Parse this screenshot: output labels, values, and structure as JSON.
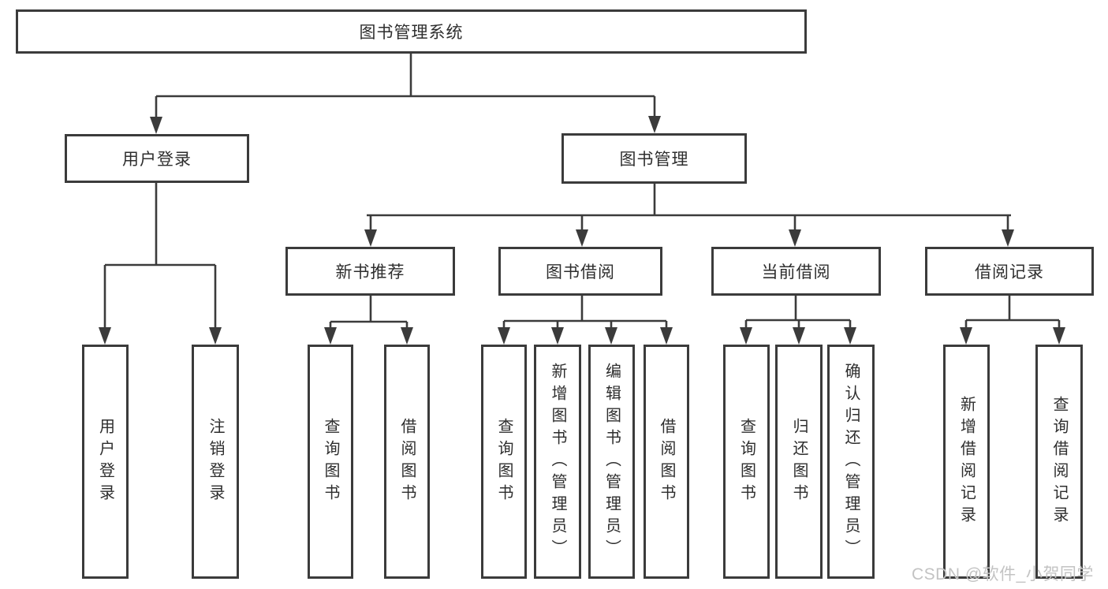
{
  "diagram": {
    "root": {
      "label": "图书管理系统"
    },
    "level2": [
      {
        "id": "user-login",
        "label": "用户登录"
      },
      {
        "id": "book-management",
        "label": "图书管理"
      }
    ],
    "level3": [
      {
        "id": "new-book-recommend",
        "label": "新书推荐"
      },
      {
        "id": "book-borrowing",
        "label": "图书借阅"
      },
      {
        "id": "current-borrowing",
        "label": "当前借阅"
      },
      {
        "id": "borrowing-records",
        "label": "借阅记录"
      }
    ],
    "leaves": [
      {
        "id": "user-login-leaf",
        "label": "用户登录"
      },
      {
        "id": "logout",
        "label": "注销登录"
      },
      {
        "id": "query-books-rec",
        "label": "查询图书"
      },
      {
        "id": "borrow-books-rec",
        "label": "借阅图书"
      },
      {
        "id": "query-books-borrow",
        "label": "查询图书"
      },
      {
        "id": "add-books-admin",
        "label": "新增图书（管理员）"
      },
      {
        "id": "edit-books-admin",
        "label": "编辑图书（管理员）"
      },
      {
        "id": "borrow-books-borrow",
        "label": "借阅图书"
      },
      {
        "id": "query-books-current",
        "label": "查询图书"
      },
      {
        "id": "return-books",
        "label": "归还图书"
      },
      {
        "id": "confirm-return-admin",
        "label": "确认归还（管理员）"
      },
      {
        "id": "add-borrow-record",
        "label": "新增借阅记录"
      },
      {
        "id": "query-borrow-record",
        "label": "查询借阅记录"
      }
    ]
  },
  "watermark": {
    "text": "CSDN @软件_小贺同学"
  },
  "colors": {
    "line": "#3b3b3b",
    "text": "#2e2e2e",
    "watermark": "#c3c3c3",
    "background": "#ffffff"
  }
}
